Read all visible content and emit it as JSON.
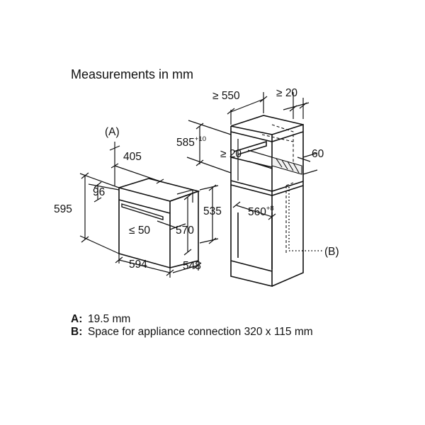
{
  "title": "Measurements in mm",
  "labels": {
    "a_marker": "(A)",
    "b_marker": "(B)",
    "oven_depth_front": "405",
    "panel_height": "96",
    "total_height": "595",
    "panel_depth": "≤ 50",
    "inner_height_rear": "570",
    "cavity_height": "535",
    "width_front": "594",
    "depth_side": "548",
    "niche_depth": "≥ 550",
    "niche_rear_gap": "≥ 20",
    "niche_height_base": "585",
    "niche_height_sup": "+10",
    "shelf_gap": "≥ 20",
    "vent_depth": "60",
    "niche_width_base": "560",
    "niche_width_sup": "+8"
  },
  "legend": [
    {
      "key": "A:",
      "text": "19.5 mm"
    },
    {
      "key": "B:",
      "text": "Space for appliance connection 320 x 115 mm"
    }
  ]
}
